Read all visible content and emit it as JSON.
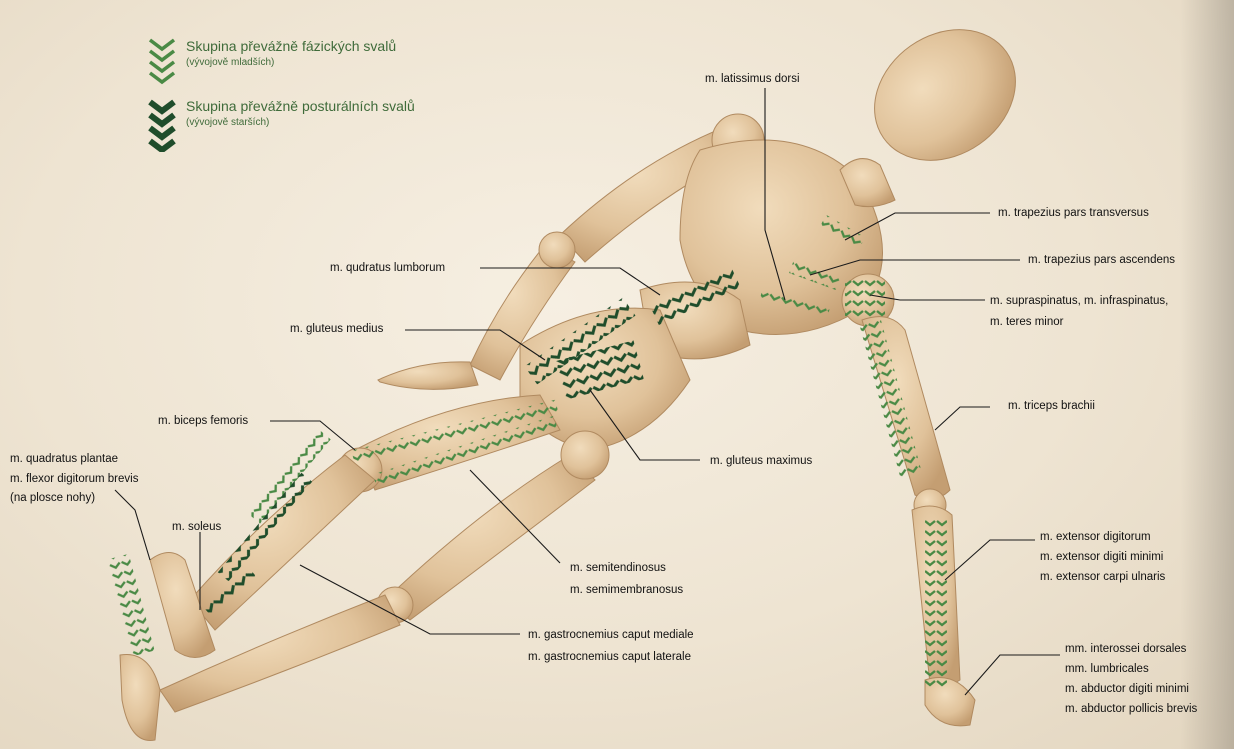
{
  "legend": {
    "phasic": {
      "title": "Skupina převážně fázických svalů",
      "subtitle": "(vývojově mladších)",
      "color": "#4a8a45"
    },
    "postural": {
      "title": "Skupina převážně posturálních svalů",
      "subtitle": "(vývojově starších)",
      "color": "#1f4d2b"
    }
  },
  "labels": {
    "latissimus": "m. latissimus dorsi",
    "trap_transversus": "m. trapezius pars transversus",
    "trap_ascendens": "m. trapezius pars ascendens",
    "supraspinatus_1": "m. supraspinatus, m. infraspinatus,",
    "supraspinatus_2": "m. teres minor",
    "triceps": "m. triceps brachii",
    "extensor_1": "m. extensor digitorum",
    "extensor_2": "m. extensor digiti minimi",
    "extensor_3": "m. extensor carpi ulnaris",
    "hand_1": "mm. interossei dorsales",
    "hand_2": "mm. lumbricales",
    "hand_3": "m. abductor digiti minimi",
    "hand_4": "m. abductor pollicis brevis",
    "quadratus_lumb": "m. qudratus lumborum",
    "gluteus_medius": "m. gluteus medius",
    "biceps_femoris": "m. biceps femoris",
    "gluteus_maximus": "m. gluteus maximus",
    "quad_plantae_1": "m. quadratus plantae",
    "quad_plantae_2": "m. flexor digitorum brevis",
    "quad_plantae_3": "(na plosce nohy)",
    "soleus": "m. soleus",
    "semiten_1": "m. semitendinosus",
    "semiten_2": "m. semimembranosus",
    "gastro_1": "m. gastrocnemius caput mediale",
    "gastro_2": "m. gastrocnemius caput laterale"
  },
  "colors": {
    "wood": "#e3c9a2",
    "wood_shade": "#c9a57a",
    "leader": "#1a1a1a",
    "phasic": "#4a8a45",
    "postural": "#1f4d2b"
  }
}
